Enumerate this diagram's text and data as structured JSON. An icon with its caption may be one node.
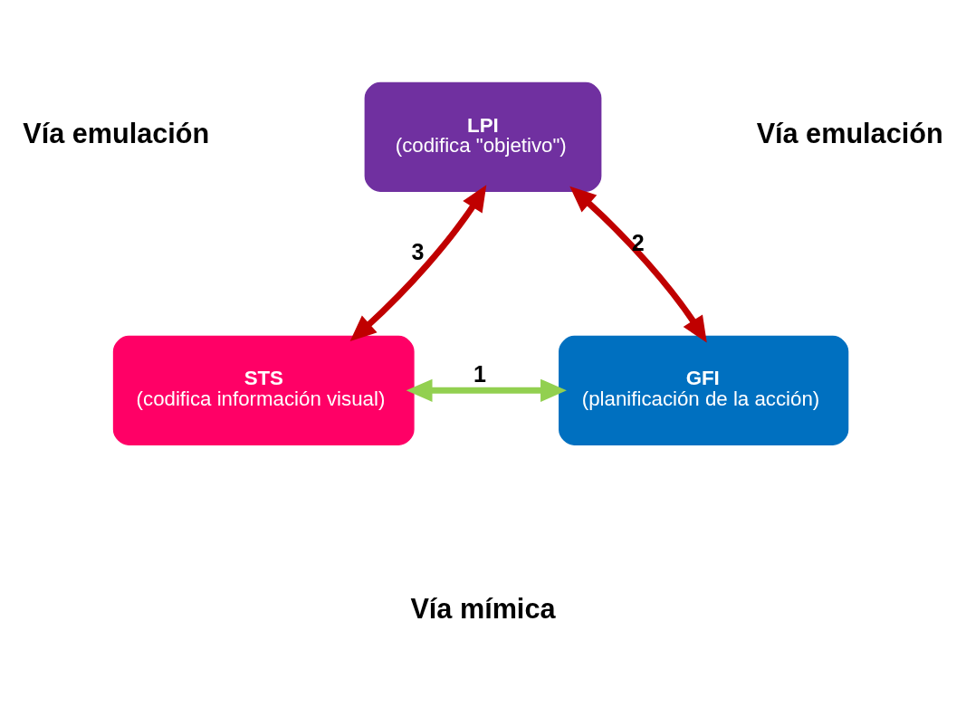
{
  "diagram": {
    "nodes": [
      {
        "text": [
          "LPI",
          "(codifica \"objetivo\")"
        ]
      },
      {
        "text": [
          "STS",
          "(codifica información visual)"
        ]
      },
      {
        "text": [
          "GFI",
          "(planificación de la acción)"
        ]
      }
    ],
    "edges": [
      {
        "from": 1,
        "to": 2,
        "arrow": "both",
        "label": "1",
        "color": "#92d050"
      },
      {
        "from": 2,
        "to": 0,
        "arrow": "both",
        "label": "2",
        "color": "#c00000"
      },
      {
        "from": 1,
        "to": 0,
        "arrow": "both",
        "label": "3",
        "color": "#c00000"
      }
    ],
    "labels": [
      "Vía emulación",
      "Vía emulación",
      "Vía mímica"
    ]
  }
}
